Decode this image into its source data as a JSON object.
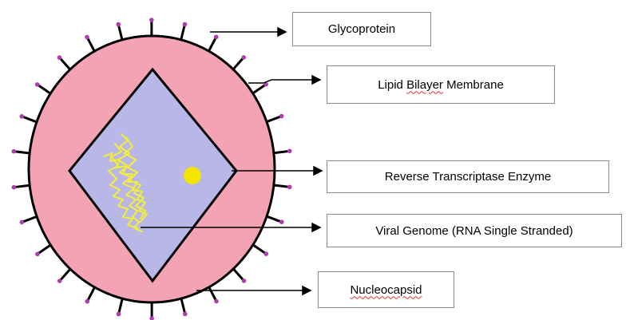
{
  "colors": {
    "envelope": "#f4a3b5",
    "capsid": "#b9b7e8",
    "spike": "#000000",
    "spike_tip": "#b03ab0",
    "genome": "#f2ee3a",
    "enzyme": "#f5e400"
  },
  "labels": {
    "glycoprotein": "Glycoprotein",
    "lipid_prefix": "Lipid ",
    "lipid_word": "Bilayer",
    "lipid_suffix": " Membrane",
    "reverse_transcriptase": "Reverse Transcriptase Enzyme",
    "viral_genome": "Viral Genome (RNA Single Stranded)",
    "nucleocapsid": "Nucleocapsid"
  }
}
